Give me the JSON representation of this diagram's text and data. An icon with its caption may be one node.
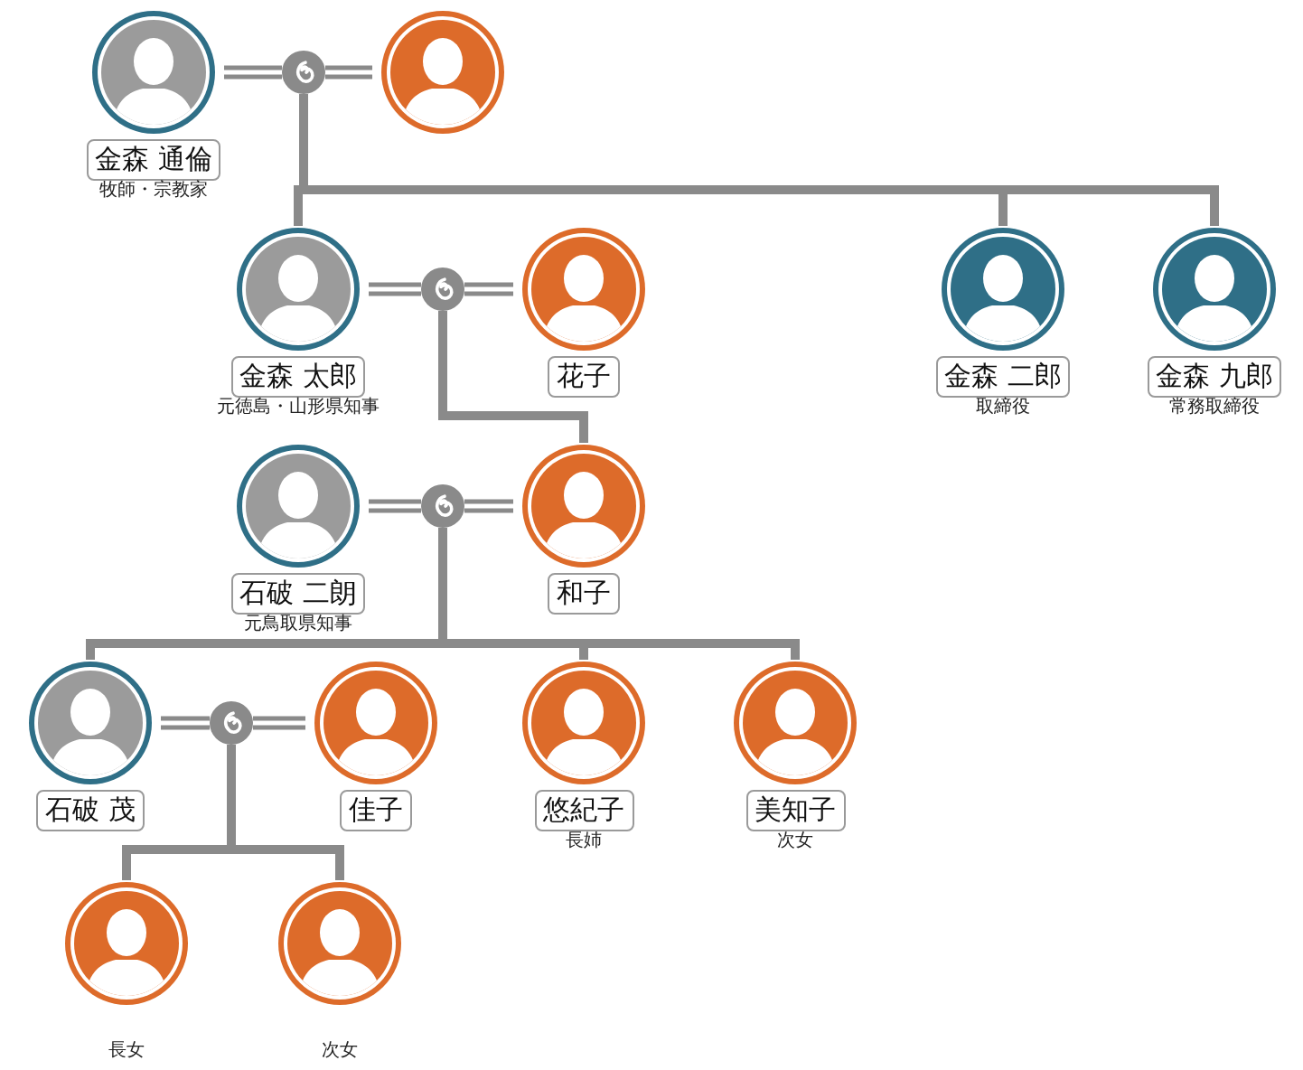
{
  "diagram": {
    "nodes": [
      {
        "text": [
          "金森 通倫"
        ],
        "beside": [
          "牧師・宗教家"
        ]
      },
      {
        "text": [],
        "shape": "person"
      },
      {
        "text": [
          "金森 太郎"
        ],
        "beside": [
          "元徳島・山形県知事"
        ]
      },
      {
        "text": [
          "花子"
        ]
      },
      {
        "text": [
          "金森 二郎"
        ],
        "beside": [
          "取締役"
        ]
      },
      {
        "text": [
          "金森 九郎"
        ],
        "beside": [
          "常務取締役"
        ]
      },
      {
        "text": [
          "石破 二朗"
        ],
        "beside": [
          "元鳥取県知事"
        ]
      },
      {
        "text": [
          "和子"
        ]
      },
      {
        "text": [
          "石破 茂"
        ]
      },
      {
        "text": [
          "佳子"
        ]
      },
      {
        "text": [
          "悠紀子"
        ],
        "beside": [
          "長姉"
        ]
      },
      {
        "text": [
          "美知子"
        ],
        "beside": [
          "次女"
        ]
      },
      {
        "text": [],
        "shape": "person",
        "beside": [
          "長女"
        ]
      },
      {
        "text": [],
        "shape": "person",
        "beside": [
          "次女"
        ]
      },
      {
        "text": [],
        "shape": "circle"
      },
      {
        "text": [],
        "shape": "circle"
      },
      {
        "text": [],
        "shape": "circle"
      },
      {
        "text": [],
        "shape": "circle"
      }
    ],
    "edges": [
      {
        "from": 0,
        "to": 14,
        "arrow": "none"
      },
      {
        "from": 14,
        "to": 1,
        "arrow": "none"
      },
      {
        "from": 14,
        "to": 2,
        "arrow": "none"
      },
      {
        "from": 14,
        "to": 4,
        "arrow": "none"
      },
      {
        "from": 14,
        "to": 5,
        "arrow": "none"
      },
      {
        "from": 2,
        "to": 15,
        "arrow": "none"
      },
      {
        "from": 15,
        "to": 3,
        "arrow": "none"
      },
      {
        "from": 15,
        "to": 7,
        "arrow": "none"
      },
      {
        "from": 6,
        "to": 16,
        "arrow": "none"
      },
      {
        "from": 16,
        "to": 7,
        "arrow": "none"
      },
      {
        "from": 16,
        "to": 8,
        "arrow": "none"
      },
      {
        "from": 16,
        "to": 10,
        "arrow": "none"
      },
      {
        "from": 16,
        "to": 11,
        "arrow": "none"
      },
      {
        "from": 8,
        "to": 17,
        "arrow": "none"
      },
      {
        "from": 17,
        "to": 9,
        "arrow": "none"
      },
      {
        "from": 17,
        "to": 12,
        "arrow": "none"
      },
      {
        "from": 17,
        "to": 13,
        "arrow": "none"
      }
    ]
  }
}
